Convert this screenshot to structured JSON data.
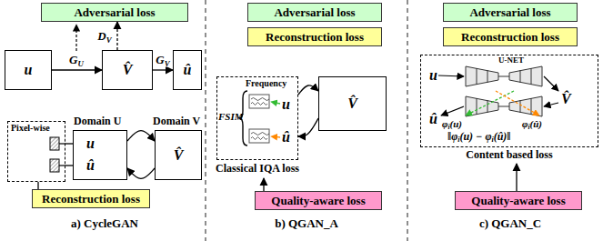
{
  "diagram": {
    "nodes": [
      {
        "text": [
          "Adversarial loss"
        ]
      },
      {
        "text": [
          "u"
        ]
      },
      {
        "text": [
          "V̂"
        ]
      },
      {
        "text": [
          "û"
        ]
      },
      {
        "text": [
          "Pixel-wise"
        ]
      },
      {
        "text": [
          "Domain U",
          "u",
          "û"
        ]
      },
      {
        "text": [
          "Domain V",
          "V̂"
        ]
      },
      {
        "text": [
          "Reconstruction loss"
        ]
      },
      {
        "text": [
          "Adversarial loss"
        ]
      },
      {
        "text": [
          "Reconstruction loss"
        ]
      },
      {
        "text": [
          "Frequency",
          "FSIM",
          "u",
          "û",
          "Classical IQA loss"
        ]
      },
      {
        "text": [
          "V̂"
        ]
      },
      {
        "text": [
          "Quality-aware loss"
        ]
      },
      {
        "text": [
          "Adversarial loss"
        ]
      },
      {
        "text": [
          "Reconstruction loss"
        ]
      },
      {
        "text": [
          "U-NET",
          "u",
          "V̂",
          "û",
          "φi(u)",
          "φi(û)",
          "‖φi(u) − φi(û)‖",
          "Content based loss"
        ]
      },
      {
        "text": [
          "Quality-aware loss"
        ]
      }
    ],
    "edges": [
      {
        "from": 1,
        "to": 2,
        "label": "GU",
        "arrow": "to"
      },
      {
        "from": 2,
        "to": 3,
        "label": "GV",
        "arrow": "to"
      },
      {
        "from": 2,
        "to": 0,
        "label": "DV",
        "arrow": "to"
      },
      {
        "from": 5,
        "to": 6,
        "arrow": "to"
      },
      {
        "from": 6,
        "to": 5,
        "arrow": "to"
      },
      {
        "from": 5,
        "to": 4,
        "arrow": "none"
      },
      {
        "from": 5,
        "to": 4,
        "arrow": "none"
      },
      {
        "from": 7,
        "to": 4,
        "arrow": "none"
      },
      {
        "from": 10,
        "to": 11,
        "arrow": "to"
      },
      {
        "from": 11,
        "to": 10,
        "arrow": "to"
      },
      {
        "from": 12,
        "to": 10,
        "arrow": "to"
      },
      {
        "from": 16,
        "to": 15,
        "arrow": "to"
      }
    ],
    "labels": [
      "a) CycleGAN",
      "b) QGAN_A",
      "c) QGAN_C"
    ]
  }
}
